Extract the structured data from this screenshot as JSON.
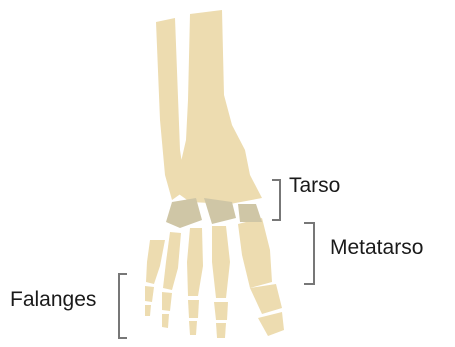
{
  "labels": {
    "tarsus": "Tarso",
    "metatarsus": "Metatarso",
    "phalanges": "Falanges"
  },
  "colors": {
    "bone": "#eddcb0",
    "tarsal_bone": "#cfc6a6",
    "bracket": "#777777",
    "text": "#1a1a1a"
  }
}
